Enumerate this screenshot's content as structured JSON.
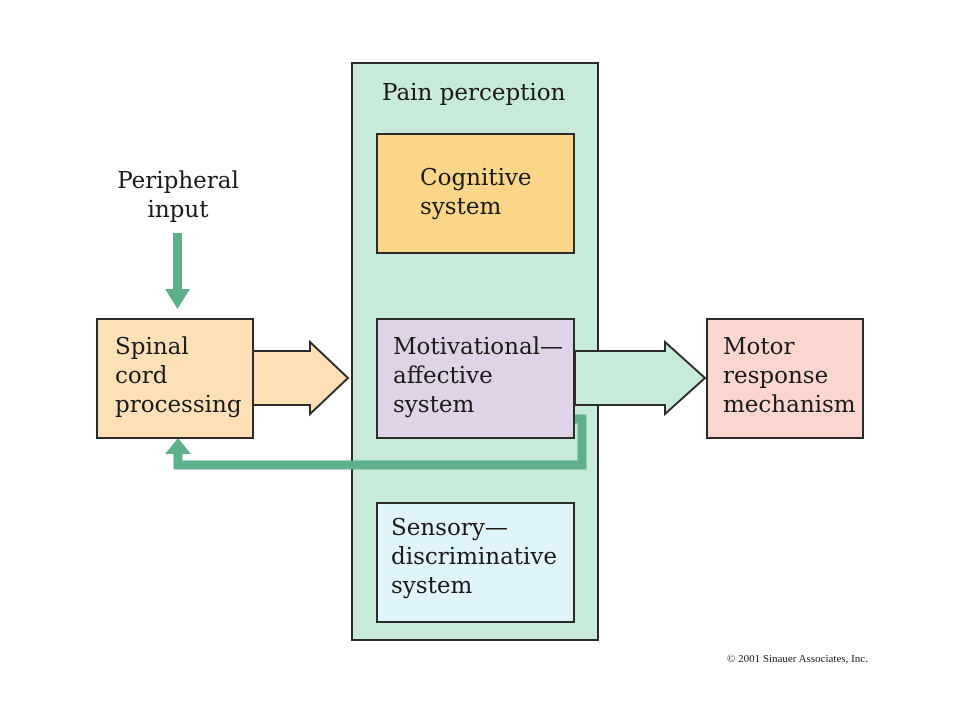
{
  "labels": {
    "pain_perception": "Pain perception",
    "peripheral_input": "Peripheral\ninput",
    "spinal_cord": "Spinal\ncord\nprocessing",
    "cognitive": "Cognitive\nsystem",
    "motivational": "Motivational—\naffective\nsystem",
    "sensory": "Sensory—\ndiscriminative\nsystem",
    "motor": "Motor\nresponse\nmechanism"
  },
  "copyright": "© 2001 Sinauer Associates, Inc.",
  "colors": {
    "pain_panel": "#c8ead8",
    "cognitive": "#fbd588",
    "motivational": "#e0d3e8",
    "sensory": "#e0f4fb",
    "spinal": "#fde0b6",
    "motor": "#fad6cf",
    "arrow": "#5db08a",
    "border": "#2b2b2b"
  }
}
